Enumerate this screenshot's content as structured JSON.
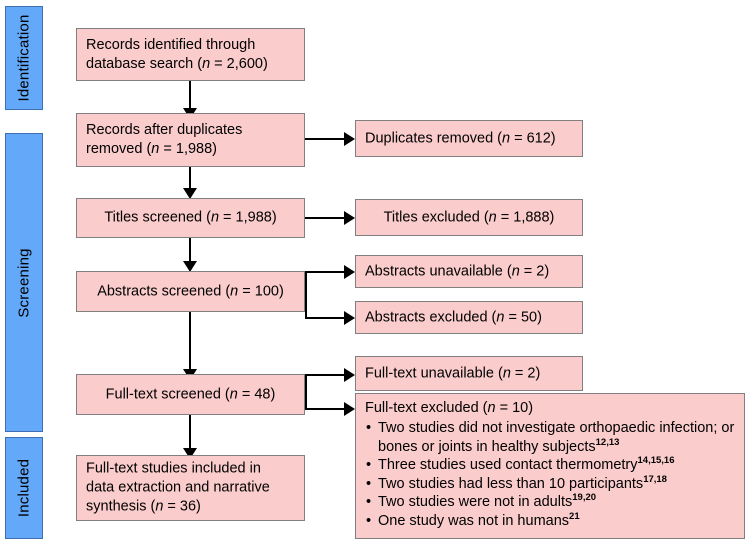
{
  "diagram": {
    "title": "PRISMA study selection flow diagram",
    "colors": {
      "stage_bar": "#63a8f9",
      "node_fill": "#facccc",
      "node_border": "#808080",
      "connector": "#000000",
      "background": "#ffffff"
    }
  },
  "stages": [
    {
      "label": "Identification"
    },
    {
      "label": "Screening"
    },
    {
      "label": "Included"
    }
  ],
  "main_nodes": [
    {
      "id": "records-identified",
      "line1": "Records identified through",
      "line2_pre": "database search (",
      "line2_ital": "n",
      "line2_post": " = 2,600)"
    },
    {
      "id": "records-after-duplicates",
      "line1": "Records after duplicates",
      "line2_pre": "removed (",
      "line2_ital": "n",
      "line2_post": " = 1,988)"
    },
    {
      "id": "titles-screened",
      "text_pre": "Titles screened (",
      "text_ital": "n",
      "text_post": " = 1,988)"
    },
    {
      "id": "abstracts-screened",
      "text_pre": "Abstracts screened (",
      "text_ital": "n",
      "text_post": " = 100)"
    },
    {
      "id": "fulltext-screened",
      "text_pre": "Full-text screened (",
      "text_ital": "n",
      "text_post": " = 48)"
    },
    {
      "id": "fulltext-included",
      "line1": "Full-text studies included in",
      "line2": "data extraction and narrative",
      "line3_pre": "synthesis (",
      "line3_ital": "n",
      "line3_post": " = 36)"
    }
  ],
  "side_nodes": [
    {
      "id": "duplicates-removed",
      "text_pre": "Duplicates removed (",
      "text_ital": "n",
      "text_post": " = 612)"
    },
    {
      "id": "titles-excluded",
      "text_pre": "Titles excluded (",
      "text_ital": "n",
      "text_post": " = 1,888)"
    },
    {
      "id": "abstracts-unavailable",
      "text_pre": "Abstracts unavailable (",
      "text_ital": "n",
      "text_post": " = 2)"
    },
    {
      "id": "abstracts-excluded",
      "text_pre": "Abstracts excluded (",
      "text_ital": "n",
      "text_post": " = 50)"
    },
    {
      "id": "fulltext-unavailable",
      "text_pre": "Full-text unavailable (",
      "text_ital": "n",
      "text_post": " = 2)"
    }
  ],
  "exclusion_box": {
    "id": "fulltext-excluded",
    "lead_pre": "Full-text excluded (",
    "lead_ital": "n",
    "lead_post": " = 10)",
    "reasons": [
      {
        "text": "Two studies did not investigate orthopaedic infection; or bones or joints in healthy subjects",
        "refs": "12,13"
      },
      {
        "text": "Three studies used contact thermometry",
        "refs": "14,15,16"
      },
      {
        "text": "Two studies had less than 10 participants",
        "refs": "17,18"
      },
      {
        "text": "Two studies were not in adults",
        "refs": "19,20"
      },
      {
        "text": "One study was not in humans",
        "refs": "21"
      }
    ]
  },
  "chart_data": {
    "type": "diagram-flow",
    "title": "PRISMA flow of study selection",
    "nodes": [
      {
        "name": "Records identified through database search",
        "n": 2600,
        "column": "main",
        "stage": "Identification"
      },
      {
        "name": "Records after duplicates removed",
        "n": 1988,
        "column": "main",
        "stage": "Screening"
      },
      {
        "name": "Duplicates removed",
        "n": 612,
        "column": "side",
        "stage": "Screening"
      },
      {
        "name": "Titles screened",
        "n": 1988,
        "column": "main",
        "stage": "Screening"
      },
      {
        "name": "Titles excluded",
        "n": 1888,
        "column": "side",
        "stage": "Screening"
      },
      {
        "name": "Abstracts screened",
        "n": 100,
        "column": "main",
        "stage": "Screening"
      },
      {
        "name": "Abstracts unavailable",
        "n": 2,
        "column": "side",
        "stage": "Screening"
      },
      {
        "name": "Abstracts excluded",
        "n": 50,
        "column": "side",
        "stage": "Screening"
      },
      {
        "name": "Full-text screened",
        "n": 48,
        "column": "main",
        "stage": "Screening"
      },
      {
        "name": "Full-text unavailable",
        "n": 2,
        "column": "side",
        "stage": "Screening"
      },
      {
        "name": "Full-text excluded",
        "n": 10,
        "column": "side",
        "stage": "Screening"
      },
      {
        "name": "Full-text studies included in data extraction and narrative synthesis",
        "n": 36,
        "column": "main",
        "stage": "Included"
      }
    ]
  }
}
